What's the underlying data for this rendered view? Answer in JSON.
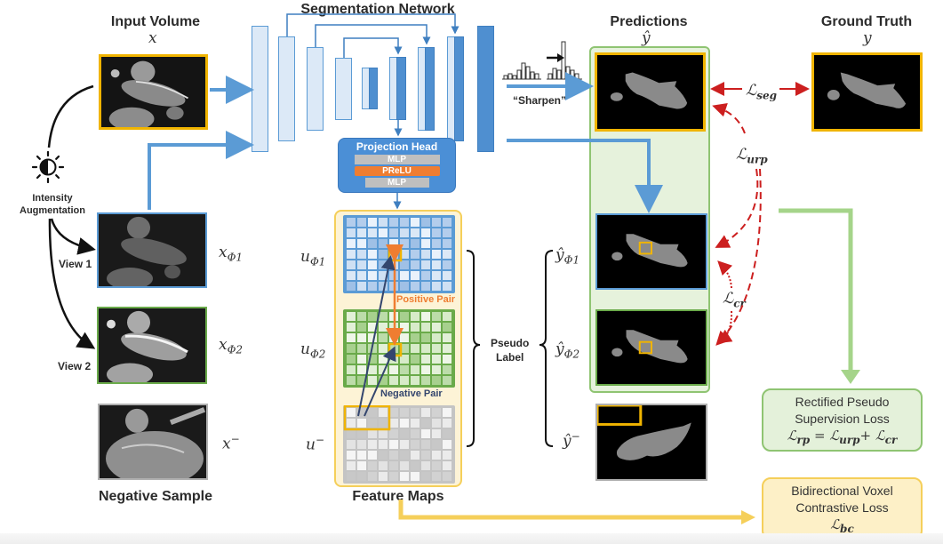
{
  "titles": {
    "input_volume": "Input Volume",
    "segmentation_network": "Segmentation Network",
    "predictions": "Predictions",
    "ground_truth": "Ground Truth",
    "negative_sample": "Negative Sample",
    "feature_maps": "Feature Maps"
  },
  "symbols": {
    "x": "x",
    "y_hat": "ŷ",
    "y": "y",
    "x_phi1_base": "x",
    "x_phi1_sub": "Φ1",
    "x_phi2_base": "x",
    "x_phi2_sub": "Φ2",
    "x_neg_base": "x",
    "x_neg_sup": "−",
    "u_phi1_base": "u",
    "u_phi1_sub": "Φ1",
    "u_phi2_base": "u",
    "u_phi2_sub": "Φ2",
    "u_neg_base": "u",
    "u_neg_sup": "−",
    "yhat_phi1_base": "ŷ",
    "yhat_phi1_sub": "Φ1",
    "yhat_phi2_base": "ŷ",
    "yhat_phi2_sub": "Φ2",
    "yhat_neg_base": "ŷ",
    "yhat_neg_sup": "−"
  },
  "labels": {
    "intensity_augmentation_line1": "Intensity",
    "intensity_augmentation_line2": "Augmentation",
    "view1": "View 1",
    "view2": "View 2",
    "sharpen": "“Sharpen”",
    "positive_pair": "Positive Pair",
    "negative_pair": "Negative Pair",
    "pseudo_label_line1": "Pseudo",
    "pseudo_label_line2": "Label"
  },
  "projection_head": {
    "title": "Projection Head",
    "layers": [
      "MLP",
      "PReLU",
      "MLP"
    ]
  },
  "losses": {
    "seg": {
      "base": "ℒ",
      "sub": "seg"
    },
    "urp": {
      "base": "ℒ",
      "sub": "urp"
    },
    "cr": {
      "base": "ℒ",
      "sub": "cr"
    },
    "rectified_box": {
      "line1": "Rectified Pseudo",
      "line2": "Supervision Loss",
      "formula_lhs_sub": "rp",
      "formula_urp_sub": "urp",
      "formula_cr_sub": "cr",
      "L": "ℒ",
      "equals": " = ",
      "plus": "+ "
    },
    "contrastive_box": {
      "line1": "Bidirectional Voxel",
      "line2": "Contrastive Loss",
      "L": "ℒ",
      "sub": "bc"
    }
  },
  "colors": {
    "network_blue": "#4f8fd0",
    "network_light": "#dce9f7",
    "input_border": "#f0b400",
    "view1_border": "#5b9bd5",
    "view2_border": "#6aaa4a",
    "negative_border": "#b0b0b0",
    "loss_red": "#cc1f1f",
    "positive_orange": "#ef7d31",
    "negative_navy": "#34466e",
    "pred_panel_bg": "#e6f2dc",
    "pred_panel_border": "#8fc472",
    "feature_panel_bg": "#fdf3d6",
    "feature_panel_border": "#f5cf5a",
    "rp_box_bg": "#e4f1da",
    "bc_box_bg": "#fdf0c7"
  }
}
